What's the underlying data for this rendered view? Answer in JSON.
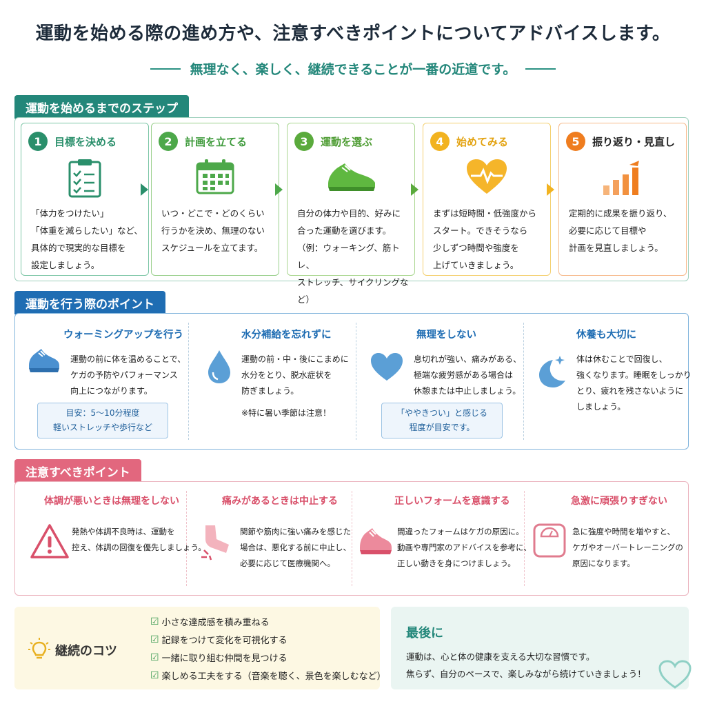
{
  "header": {
    "title": "運動を始める際の進め方や、注意すべきポイントについてアドバイスします。",
    "subtitle": "無理なく、楽しく、継続できることが一番の近道です。"
  },
  "steps_section": {
    "label": "運動を始めるまでのステップ",
    "steps": [
      {
        "num": "1",
        "title": "目標を決める",
        "icon": "clipboard-icon",
        "color": "#2a8f6b",
        "lines": [
          "「体力をつけたい」",
          "「体重を減らしたい」など、",
          "具体的で現実的な目標を",
          "設定しましょう。"
        ]
      },
      {
        "num": "2",
        "title": "計画を立てる",
        "icon": "calendar-icon",
        "color": "#4da84a",
        "lines": [
          "いつ・どこで・どのくらい",
          "行うかを決め、無理のない",
          "スケジュールを立てます。"
        ]
      },
      {
        "num": "3",
        "title": "運動を選ぶ",
        "icon": "shoe-icon",
        "color": "#5aaa3c",
        "lines": [
          "自分の体力や目的、好みに",
          "合った運動を選びます。",
          "（例：ウォーキング、筋トレ、",
          "ストレッチ、サイクリングなど）"
        ]
      },
      {
        "num": "4",
        "title": "始めてみる",
        "icon": "heart-pulse-icon",
        "color": "#f2b320",
        "lines": [
          "まずは短時間・低強度から",
          "スタート。できそうなら",
          "少しずつ時間や強度を",
          "上げていきましょう。"
        ]
      },
      {
        "num": "5",
        "title": "振り返り・見直し",
        "icon": "growth-chart-icon",
        "color": "#ef7d1f",
        "lines": [
          "定期的に成果を振り返り、",
          "必要に応じて目標や",
          "計画を見直しましょう。"
        ]
      }
    ]
  },
  "points_section": {
    "label": "運動を行う際のポイント",
    "items": [
      {
        "title": "ウォーミングアップを行う",
        "icon": "running-shoe-icon",
        "lines": [
          "運動の前に体を温めることで、",
          "ケガの予防やパフォーマンス",
          "向上につながります。"
        ],
        "note": [
          "目安：5〜10分程度",
          "軽いストレッチや歩行など"
        ]
      },
      {
        "title": "水分補給を忘れずに",
        "icon": "water-drop-icon",
        "lines": [
          "運動の前・中・後にこまめに",
          "水分をとり、脱水症状を",
          "防ぎましょう。"
        ],
        "extra": "※特に暑い季節は注意！"
      },
      {
        "title": "無理をしない",
        "icon": "heart-icon",
        "lines": [
          "息切れが強い、痛みがある、",
          "極端な疲労感がある場合は",
          "休憩または中止しましょう。"
        ],
        "note": [
          "「ややきつい」と感じる",
          "程度が目安です。"
        ]
      },
      {
        "title": "休養も大切に",
        "icon": "moon-star-icon",
        "lines": [
          "体は休むことで回復し、",
          "強くなります。睡眠をしっかり",
          "とり、疲れを残さないように",
          "しましょう。"
        ]
      }
    ]
  },
  "caution_section": {
    "label": "注意すべきポイント",
    "items": [
      {
        "title": "体調が悪いときは無理をしない",
        "icon": "warning-icon",
        "lines": [
          "発熱や体調不良時は、運動を",
          "控え、体調の回復を優先しましょう。"
        ]
      },
      {
        "title": "痛みがあるときは中止する",
        "icon": "injury-icon",
        "lines": [
          "関節や筋肉に強い痛みを感じた",
          "場合は、悪化する前に中止し、",
          "必要に応じて医療機関へ。"
        ]
      },
      {
        "title": "正しいフォームを意識する",
        "icon": "sneaker-icon",
        "lines": [
          "間違ったフォームはケガの原因に。",
          "動画や専門家のアドバイスを参考に、",
          "正しい動きを身につけましょう。"
        ]
      },
      {
        "title": "急激に頑張りすぎない",
        "icon": "scale-icon",
        "lines": [
          "急に強度や時間を増やすと、",
          "ケガやオーバートレーニングの",
          "原因になります。"
        ]
      }
    ]
  },
  "tips": {
    "title": "継続のコツ",
    "icon": "lightbulb-icon",
    "items": [
      "小さな達成感を積み重ねる",
      "記録をつけて変化を可視化する",
      "一緒に取り組む仲間を見つける",
      "楽しめる工夫をする（音楽を聴く、景色を楽しむなど）"
    ]
  },
  "final": {
    "title": "最後に",
    "icon": "heart-outline-icon",
    "lines": [
      "運動は、心と体の健康を支える大切な習慣です。",
      "焦らず、自分のペースで、楽しみながら続けていきましょう！"
    ]
  }
}
